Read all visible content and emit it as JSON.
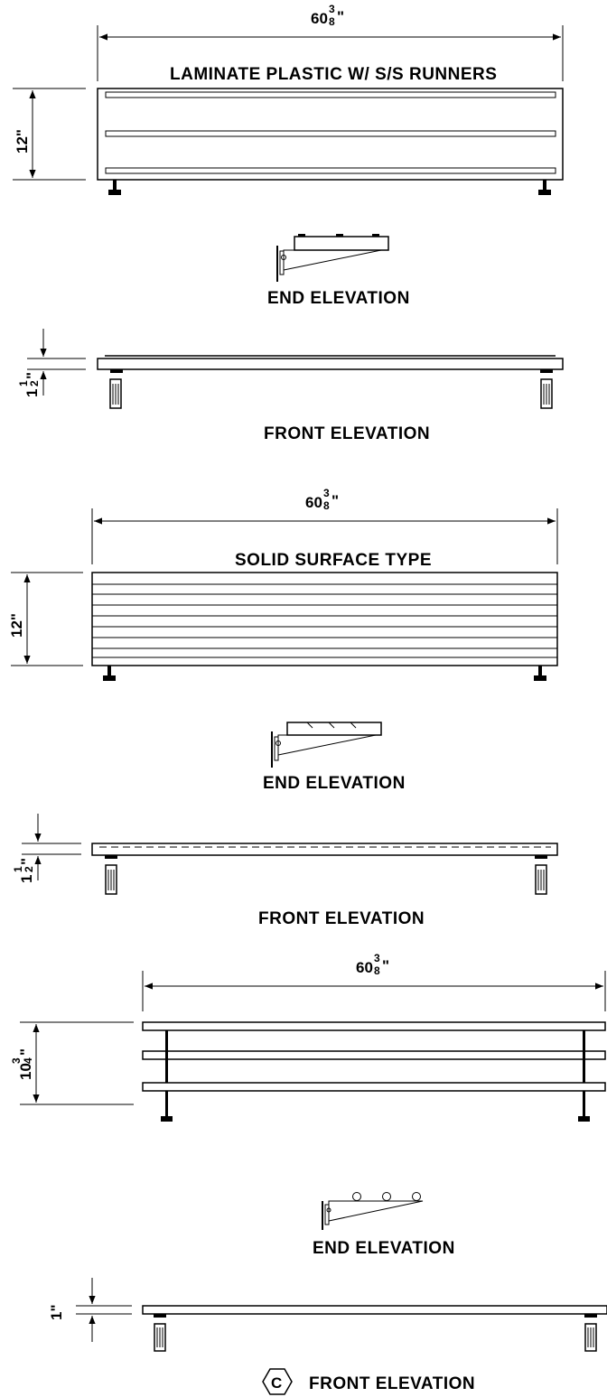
{
  "section1": {
    "width_dim": "60",
    "width_frac_num": "3",
    "width_frac_den": "8",
    "width_unit": "\"",
    "height_dim": "12\"",
    "title": "LAMINATE PLASTIC W/ S/S RUNNERS",
    "end_label": "END ELEVATION",
    "thick_whole": "1",
    "thick_num": "1",
    "thick_den": "2",
    "thick_unit": "\"",
    "front_label": "FRONT ELEVATION"
  },
  "section2": {
    "width_dim": "60",
    "width_frac_num": "3",
    "width_frac_den": "8",
    "width_unit": "\"",
    "height_dim": "12\"",
    "title": "SOLID SURFACE TYPE",
    "end_label": "END ELEVATION",
    "thick_whole": "1",
    "thick_num": "1",
    "thick_den": "2",
    "thick_unit": "\"",
    "front_label": "FRONT ELEVATION"
  },
  "section3": {
    "width_dim": "60",
    "width_frac_num": "3",
    "width_frac_den": "8",
    "width_unit": "\"",
    "height_whole": "10",
    "height_num": "3",
    "height_den": "4",
    "height_unit": "\"",
    "end_label": "END ELEVATION",
    "thick_dim": "1\"",
    "marker": "C",
    "front_label": "FRONT ELEVATION"
  }
}
